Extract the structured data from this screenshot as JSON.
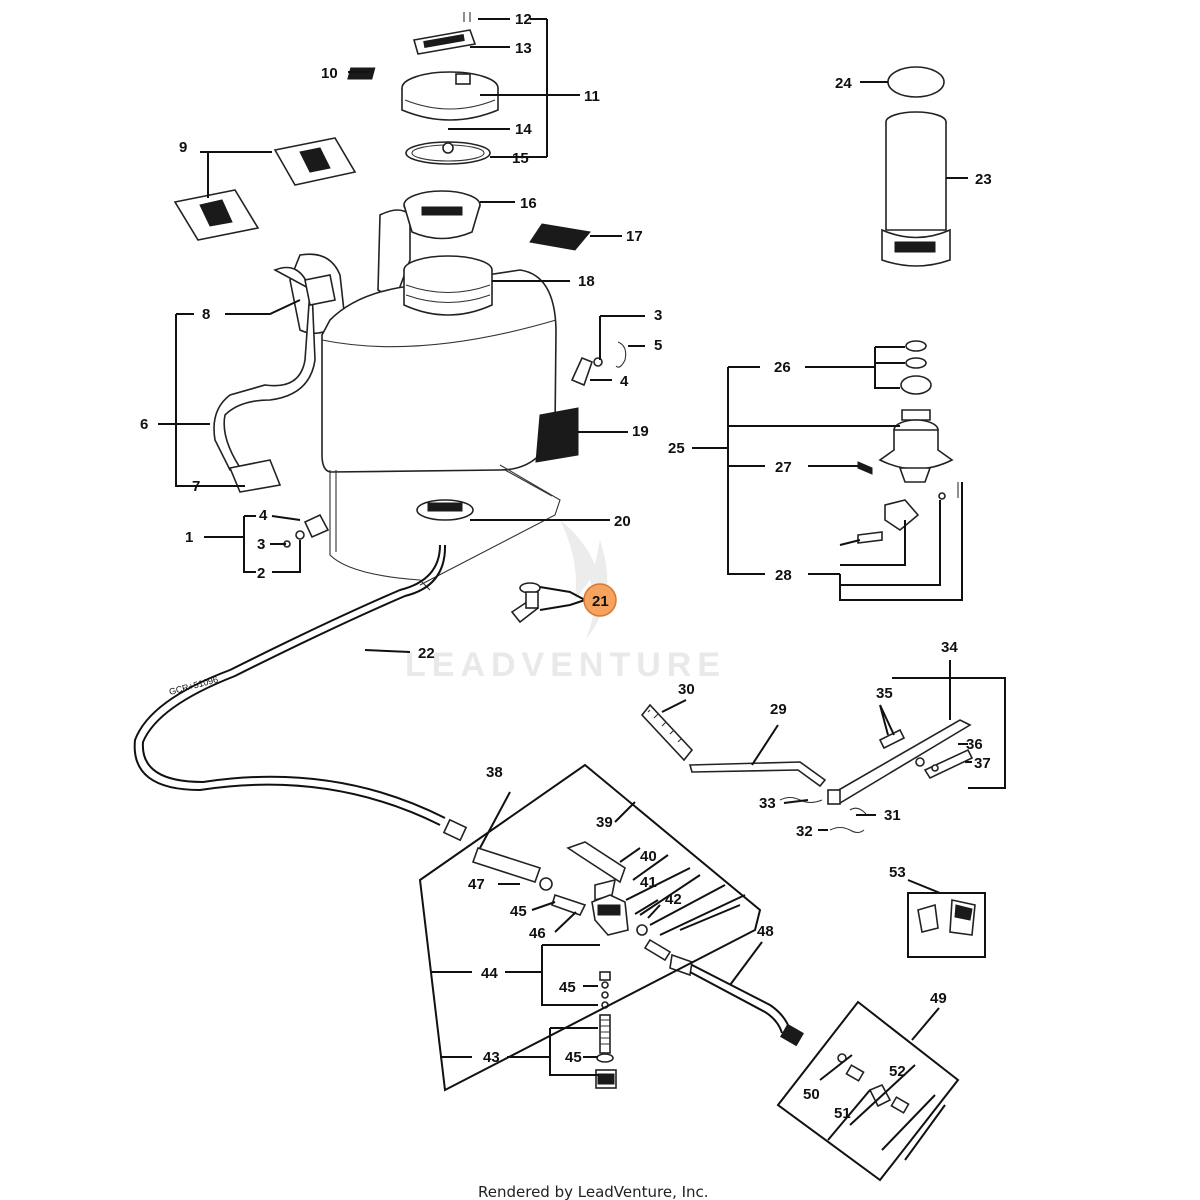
{
  "watermark": "LEADVENTURE",
  "footer": "Rendered by LeadVenture, Inc.",
  "hose_print": "GCR+51096",
  "highlighted_part": "21",
  "highlight_color": "#f5a35e",
  "labels": [
    "1",
    "2",
    "3",
    "4",
    "4",
    "4",
    "5",
    "6",
    "7",
    "8",
    "9",
    "10",
    "11",
    "12",
    "13",
    "14",
    "15",
    "16",
    "17",
    "18",
    "19",
    "20",
    "21",
    "22",
    "23",
    "24",
    "25",
    "26",
    "27",
    "28",
    "29",
    "30",
    "31",
    "32",
    "33",
    "34",
    "35",
    "36",
    "37",
    "38",
    "39",
    "40",
    "41",
    "42",
    "43",
    "44",
    "45",
    "45",
    "45",
    "45",
    "46",
    "47",
    "48",
    "49",
    "50",
    "51",
    "52",
    "53"
  ]
}
